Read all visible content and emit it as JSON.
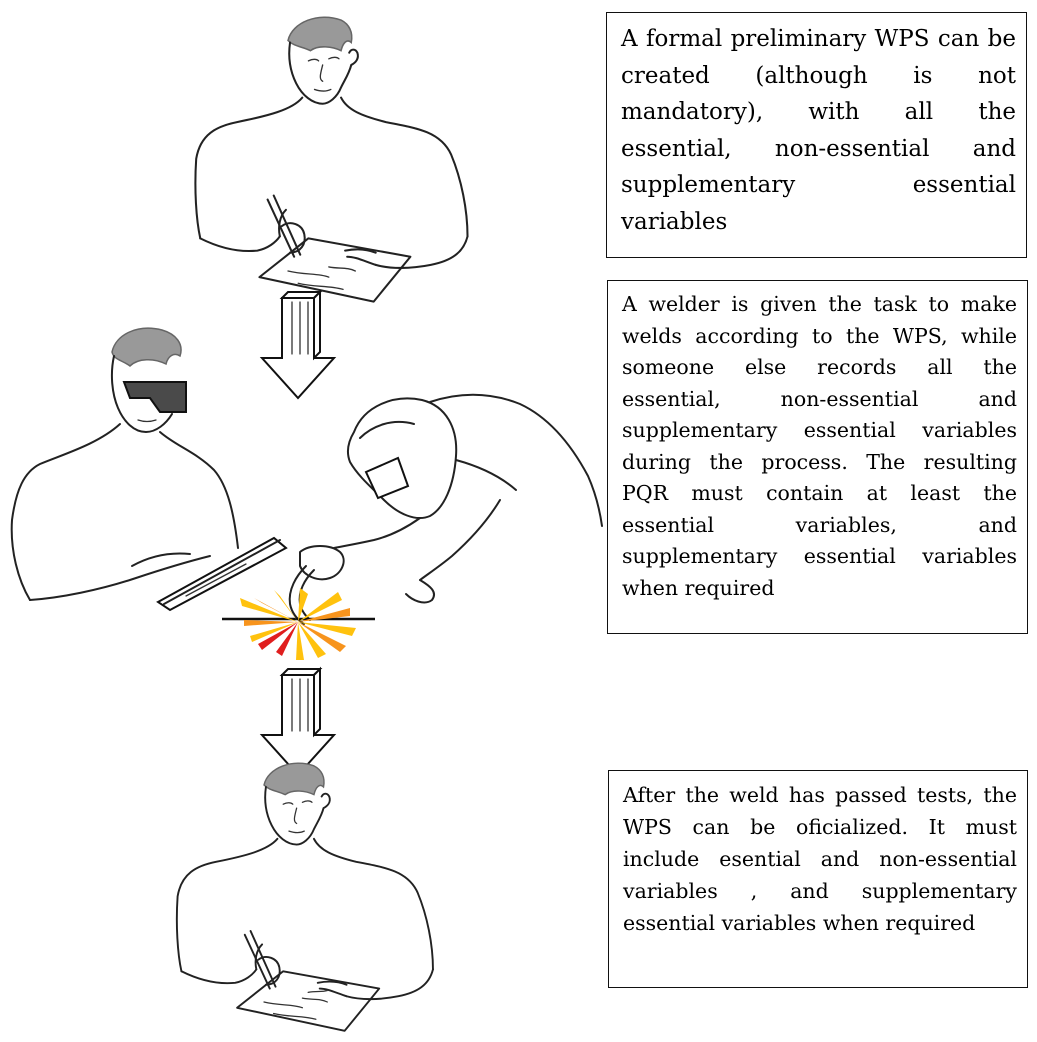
{
  "steps": [
    {
      "text": "A formal preliminary WPS can be created (although is not mandatory), with all the essential, non-essential and supplementary essential variables",
      "figure": "engineer-writing"
    },
    {
      "text": "A welder is given the task to make welds according to the WPS, while someone else records all the essential, non-essential and supplementary essential variables during the process. The resulting PQR must contain at least the essential variables, and supplementary essential variables when required",
      "figure": "welder-and-recorder"
    },
    {
      "text": "After the weld has passed tests, the WPS can be oficialized. It must include esential and non-essential variables , and supplementary essential variables when required",
      "figure": "engineer-writing"
    }
  ],
  "arrows": [
    "down-arrow",
    "down-arrow"
  ],
  "colors": {
    "ink": "#222222",
    "hair": "#999999",
    "goggles": "#4a4a4a",
    "spark_yellow": "#ffc20e",
    "spark_orange": "#f7941d",
    "spark_red": "#e01e1e"
  }
}
